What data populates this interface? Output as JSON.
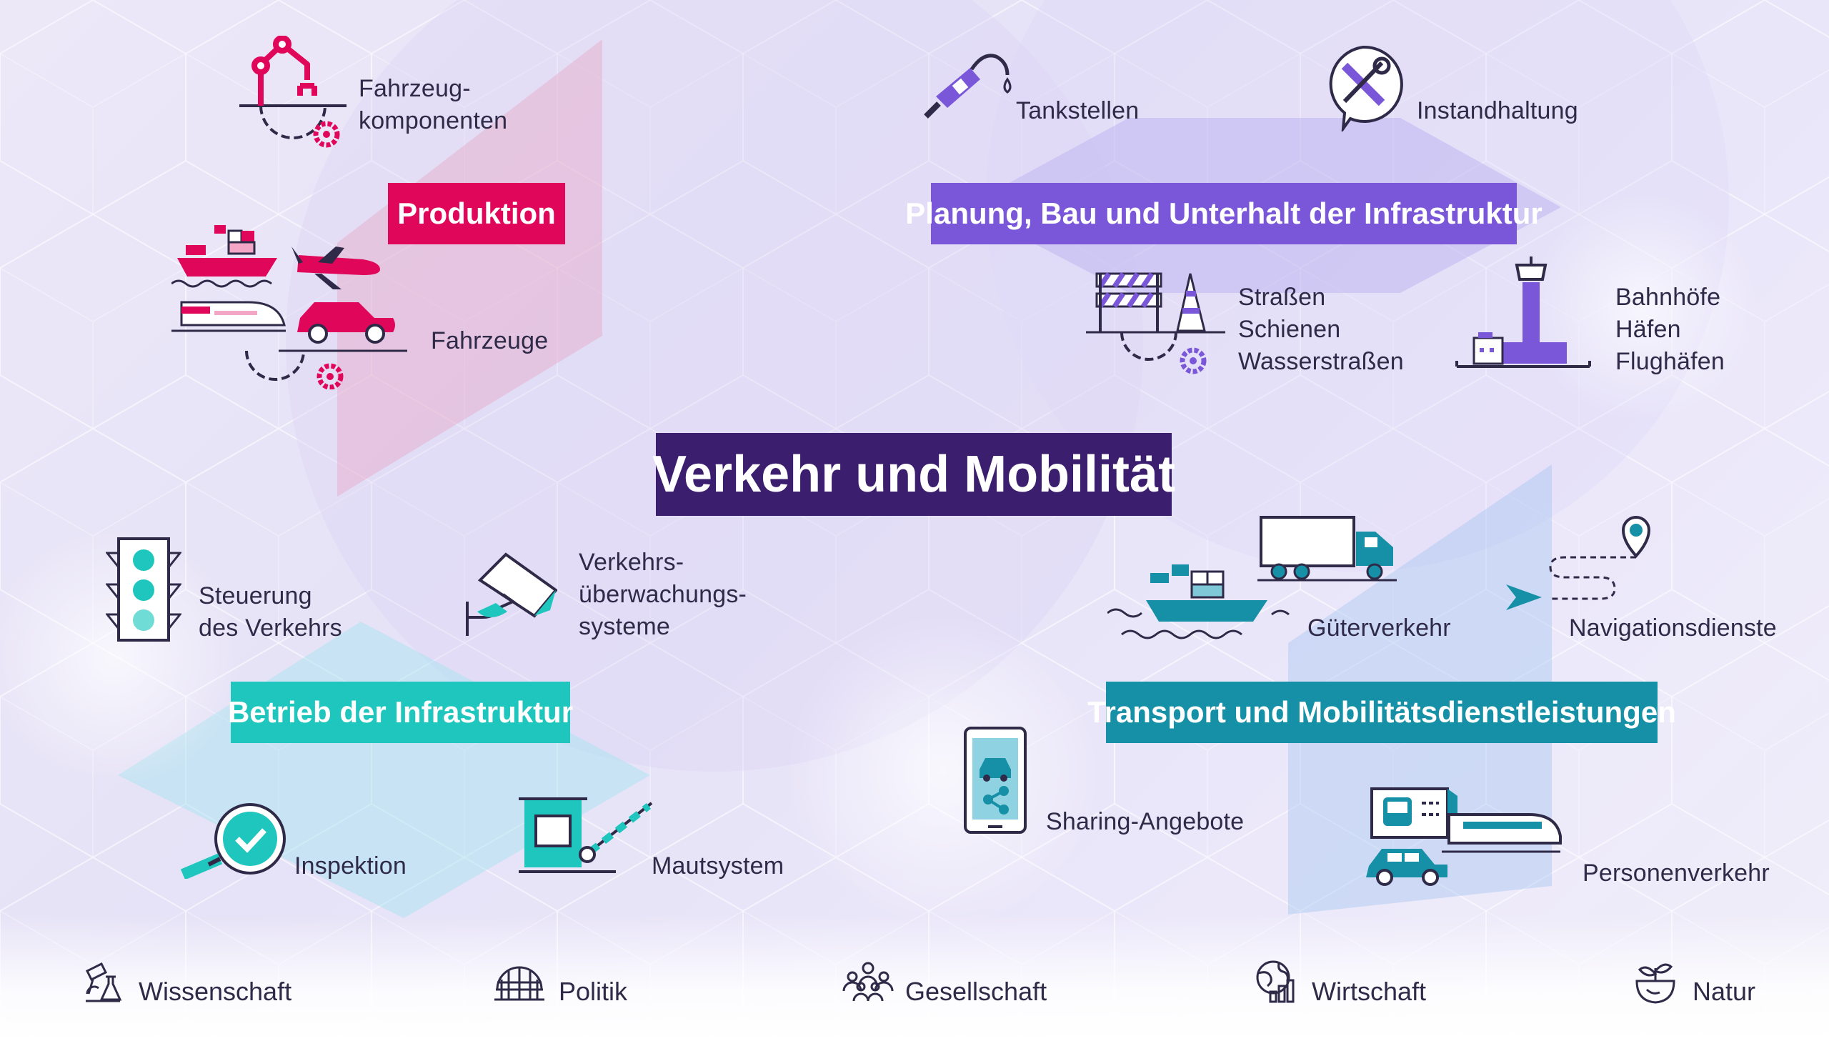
{
  "title": "Verkehr und Mobilität",
  "colors": {
    "production": "#e0065a",
    "planning": "#7a57d8",
    "operation": "#1fc6be",
    "transport": "#1690a6",
    "title_bg": "#3c1e6e",
    "text": "#2e2a48"
  },
  "categories": {
    "production": "Produktion",
    "planning": "Planung, Bau und Unterhalt der Infrastruktur",
    "operation": "Betrieb der Infrastruktur",
    "transport": "Transport und Mobilitätsdienstleistungen"
  },
  "items": {
    "vehicle_components": "Fahrzeug-\nkomponenten",
    "vehicles": "Fahrzeuge",
    "gas_stations": "Tankstellen",
    "maintenance": "Instandhaltung",
    "roads": "Straßen\nSchienen\nWasserstraßen",
    "stations": "Bahnhöfe\nHäfen\nFlughäfen",
    "traffic_control": "Steuerung\ndes Verkehrs",
    "surveillance": "Verkehrs-\nüberwachungs-\nsysteme",
    "inspection": "Inspektion",
    "toll": "Mautsystem",
    "freight": "Güterverkehr",
    "navigation": "Navigationsdienste",
    "sharing": "Sharing-Angebote",
    "passenger": "Personenverkehr"
  },
  "footer": [
    {
      "label": "Wissenschaft",
      "icon": "science-icon"
    },
    {
      "label": "Politik",
      "icon": "politics-icon"
    },
    {
      "label": "Gesellschaft",
      "icon": "society-icon"
    },
    {
      "label": "Wirtschaft",
      "icon": "economy-icon"
    },
    {
      "label": "Natur",
      "icon": "nature-icon"
    }
  ]
}
